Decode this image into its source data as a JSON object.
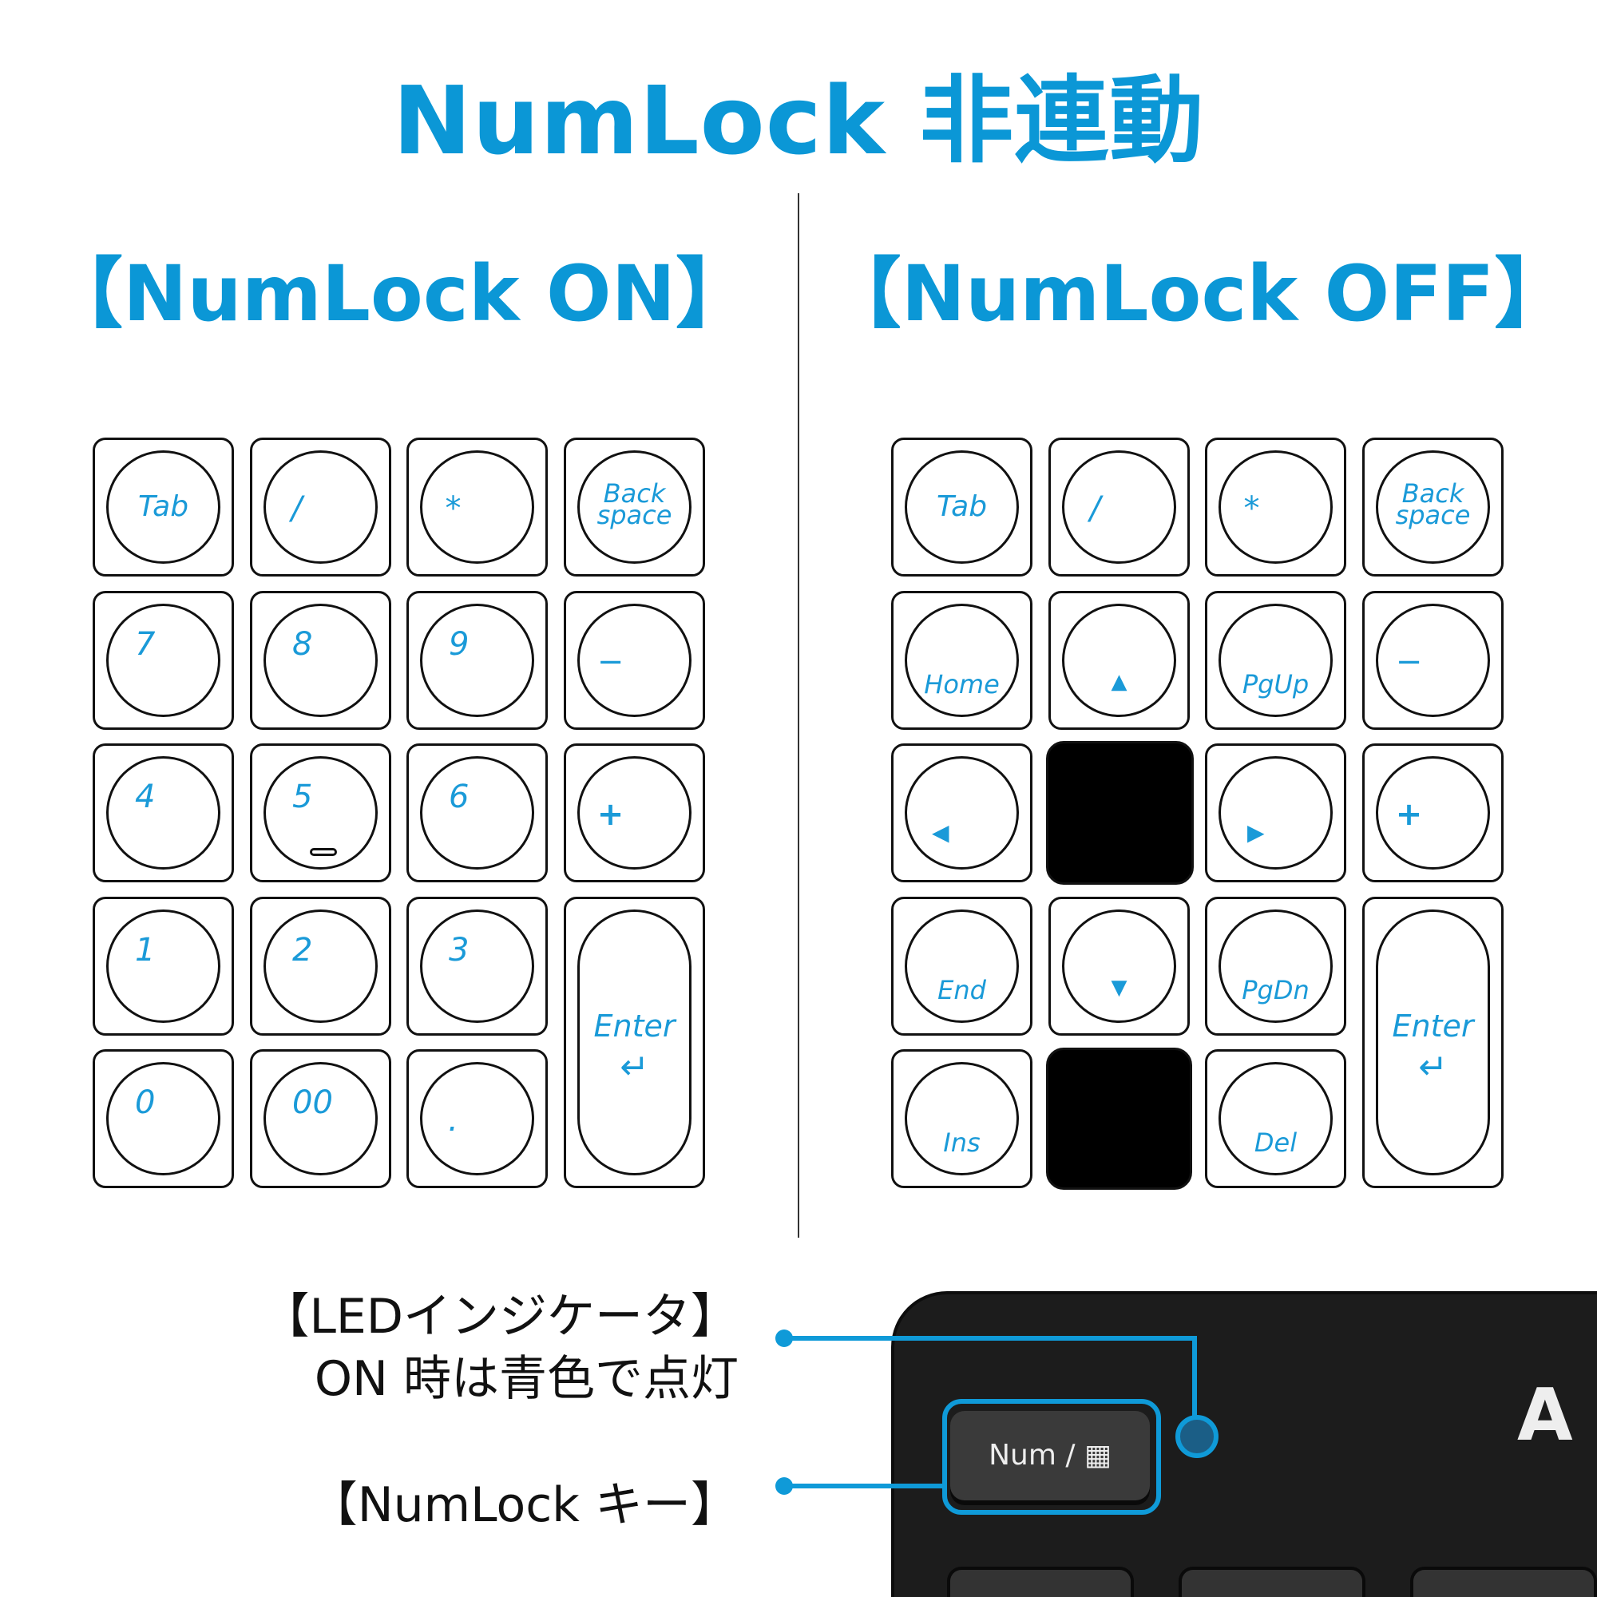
{
  "title": "NumLock 非連動",
  "left": {
    "heading": "【NumLock ON】",
    "keys": {
      "tab": "Tab",
      "slash": "/",
      "star": "*",
      "back1": "Back",
      "back2": "space",
      "k7": "7",
      "k8": "8",
      "k9": "9",
      "minus": "−",
      "k4": "4",
      "k5": "5",
      "k6": "6",
      "plus": "+",
      "k1": "1",
      "k2": "2",
      "k3": "3",
      "enter": "Enter",
      "enter_arrow": "↵",
      "k0": "0",
      "k00": "00",
      "dot": "."
    }
  },
  "right": {
    "heading": "【NumLock OFF】",
    "keys": {
      "tab": "Tab",
      "slash": "/",
      "star": "*",
      "back1": "Back",
      "back2": "space",
      "home": "Home",
      "up": "▲",
      "pgup": "PgUp",
      "minus": "−",
      "left": "◀",
      "right": "▶",
      "plus": "+",
      "end": "End",
      "down": "▼",
      "pgdn": "PgDn",
      "enter": "Enter",
      "enter_arrow": "↵",
      "ins": "Ins",
      "del": "Del"
    }
  },
  "callouts": {
    "led_title": "【LEDインジケータ】",
    "led_desc": "ON 時は青色で点灯",
    "numlock_key": "【NumLock キー】"
  },
  "keyboard": {
    "num_key_label": "Num / ▦",
    "logo": "A"
  }
}
